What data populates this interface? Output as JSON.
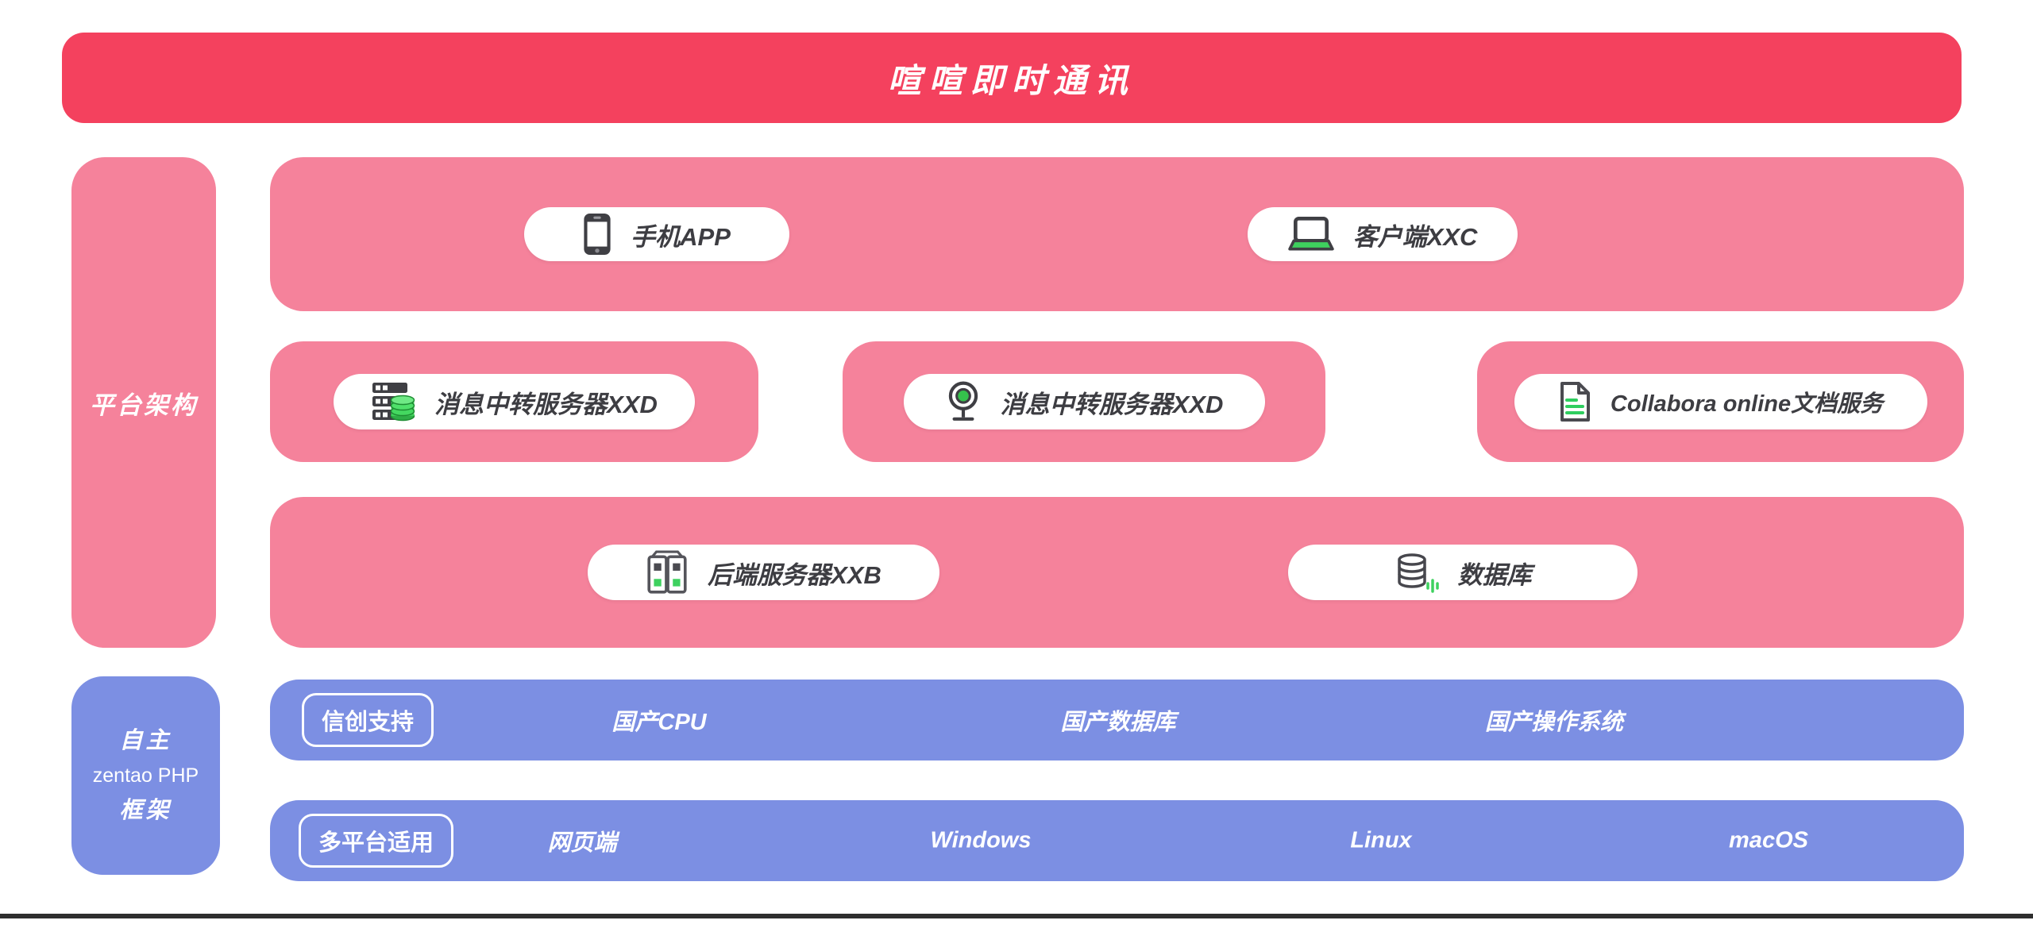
{
  "banner": {
    "title": "喧喧即时通讯"
  },
  "rail": {
    "platform_label": "平台架构",
    "framework": {
      "line1": "自主",
      "line2": "zentao PHP",
      "line3": "框架"
    }
  },
  "client_row": {
    "phone": {
      "icon": "smartphone-icon",
      "label": "手机APP"
    },
    "client": {
      "icon": "laptop-icon",
      "label": "客户端XXC"
    }
  },
  "service_row": {
    "relay1": {
      "icon": "server-database-icon",
      "label": "消息中转服务器XXD"
    },
    "relay2": {
      "icon": "webcam-icon",
      "label": "消息中转服务器XXD"
    },
    "collabora": {
      "icon": "document-icon",
      "label": "Collabora online文档服务"
    }
  },
  "backend_row": {
    "backend": {
      "icon": "server-towers-icon",
      "label": "后端服务器XXB"
    },
    "database": {
      "icon": "database-icon",
      "label": "数据库"
    }
  },
  "xinchuang_row": {
    "badge": "信创支持",
    "items": {
      "cpu": "国产CPU",
      "db": "国产数据库",
      "os": "国产操作系统"
    }
  },
  "platform_row": {
    "badge": "多平台适用",
    "items": {
      "web": "网页端",
      "windows": "Windows",
      "linux": "Linux",
      "macos": "macOS"
    }
  },
  "colors": {
    "banner_red": "#f4415e",
    "pink": "#f5829b",
    "blue": "#7c8fe3",
    "green": "#3ecf5e",
    "dark_text": "#3d3d42",
    "white": "#ffffff"
  }
}
